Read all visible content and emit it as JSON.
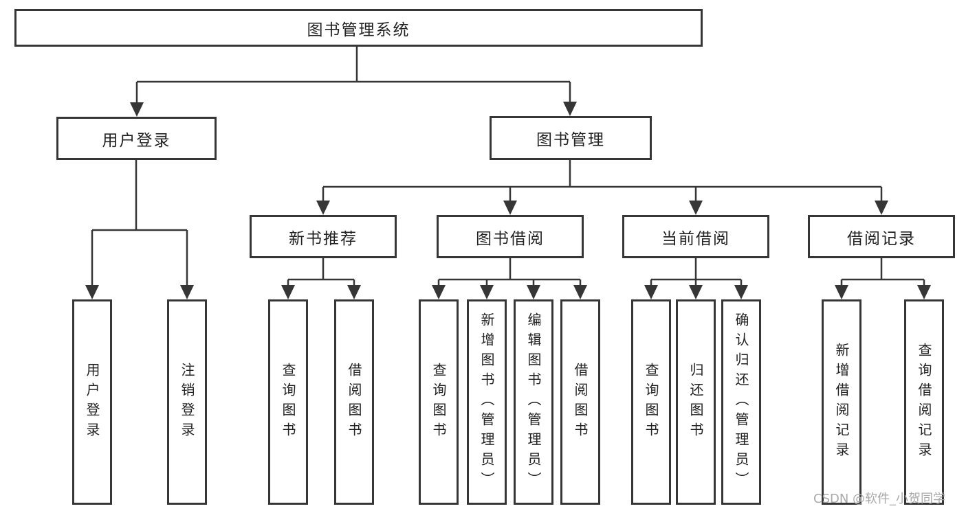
{
  "diagram": {
    "type": "hierarchy",
    "root_label": "图书管理系统",
    "branches": [
      {
        "label": "用户登录",
        "children": [
          {
            "label": "用户登录"
          },
          {
            "label": "注销登录"
          }
        ]
      },
      {
        "label": "图书管理",
        "children": [
          {
            "label": "新书推荐",
            "children": [
              {
                "label": "查询图书"
              },
              {
                "label": "借阅图书"
              }
            ]
          },
          {
            "label": "图书借阅",
            "children": [
              {
                "label": "查询图书"
              },
              {
                "label": "新增图书（管理员）"
              },
              {
                "label": "编辑图书（管理员）"
              },
              {
                "label": "借阅图书"
              }
            ]
          },
          {
            "label": "当前借阅",
            "children": [
              {
                "label": "查询图书"
              },
              {
                "label": "归还图书"
              },
              {
                "label": "确认归还（管理员）"
              }
            ]
          },
          {
            "label": "借阅记录",
            "children": [
              {
                "label": "新增借阅记录"
              },
              {
                "label": "查询借阅记录"
              }
            ]
          }
        ]
      }
    ],
    "watermark": "CSDN @软件_小贺同学",
    "colors": {
      "line": "#363636",
      "text": "#222222",
      "box_background": "#ffffff",
      "watermark": "#a9a9a9",
      "background": "#ffffff"
    }
  }
}
